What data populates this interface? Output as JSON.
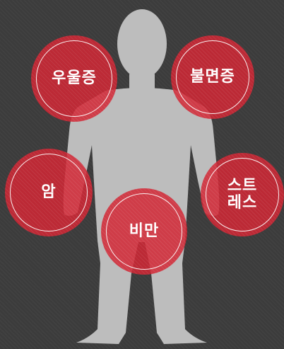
{
  "colors": {
    "background": "#3c3c3c",
    "figure": "#bdbdbd",
    "bubble": "#d22634",
    "ring": "#ffffff",
    "text": "#ffffff"
  },
  "figure": {
    "icon": "human-silhouette-icon"
  },
  "bubbles": [
    {
      "id": "depression",
      "label": "우울증"
    },
    {
      "id": "insomnia",
      "label": "불면증"
    },
    {
      "id": "cancer",
      "label": "암"
    },
    {
      "id": "stress",
      "label": "스트\n레스"
    },
    {
      "id": "obesity",
      "label": "비만"
    }
  ]
}
